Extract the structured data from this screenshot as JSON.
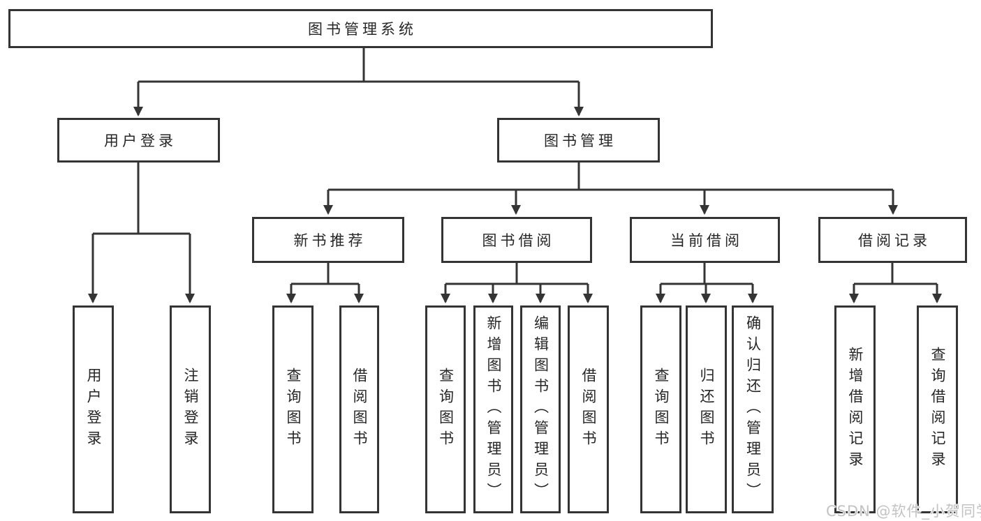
{
  "diagram": {
    "root": {
      "label": "图书管理系统"
    },
    "level2": [
      {
        "label": "用户登录",
        "children": [
          {
            "label": "用户登录"
          },
          {
            "label": "注销登录"
          }
        ]
      },
      {
        "label": "图书管理",
        "children": [
          {
            "label": "新书推荐",
            "children": [
              {
                "label": "查询图书"
              },
              {
                "label": "借阅图书"
              }
            ]
          },
          {
            "label": "图书借阅",
            "children": [
              {
                "label": "查询图书"
              },
              {
                "label": "新增图书（管理员）"
              },
              {
                "label": "编辑图书（管理员）"
              },
              {
                "label": "借阅图书"
              }
            ]
          },
          {
            "label": "当前借阅",
            "children": [
              {
                "label": "查询图书"
              },
              {
                "label": "归还图书"
              },
              {
                "label": "确认归还（管理员）"
              }
            ]
          },
          {
            "label": "借阅记录",
            "children": [
              {
                "label": "新增借阅记录"
              },
              {
                "label": "查询借阅记录"
              }
            ]
          }
        ]
      }
    ]
  },
  "watermark": {
    "text": "CSDN @软件_小贺同学"
  },
  "colors": {
    "line": "#343434",
    "box_border": "#343434",
    "box_fill": "#ffffff",
    "text": "#262626",
    "watermark": "#c3c3c3",
    "background": "#ffffff"
  }
}
